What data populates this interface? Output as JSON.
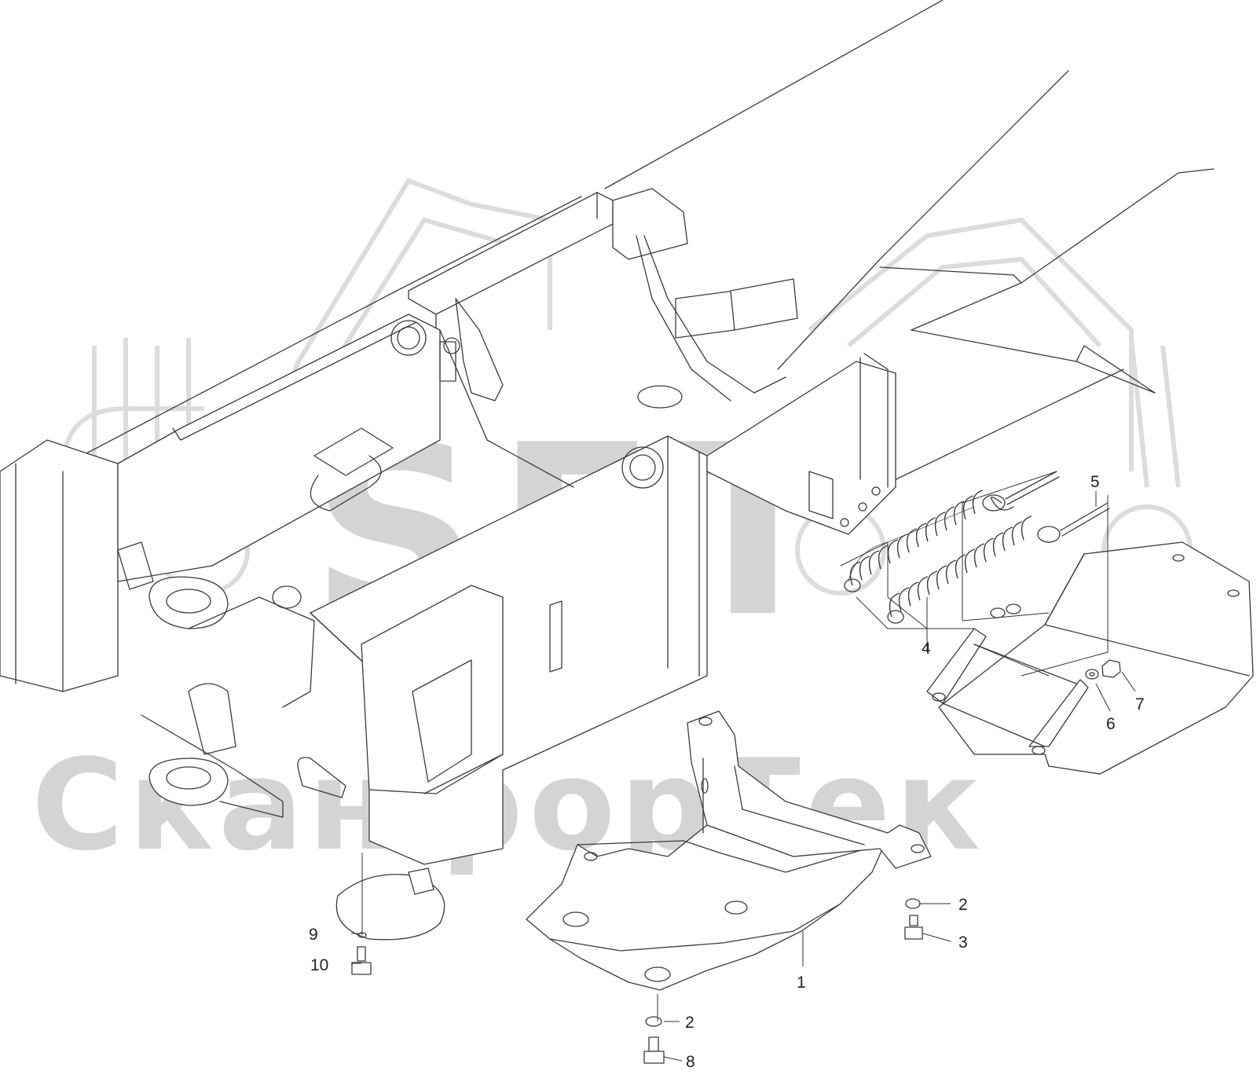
{
  "watermark": {
    "logo_text": "SFT",
    "company_text": "СканфорТек",
    "color": "#d4d4d4"
  },
  "colors": {
    "line": "#3a3a3a",
    "label": "#222222"
  },
  "callouts": [
    {
      "id": "c1",
      "label": "1"
    },
    {
      "id": "c2a",
      "label": "2"
    },
    {
      "id": "c2b",
      "label": "2"
    },
    {
      "id": "c3",
      "label": "3"
    },
    {
      "id": "c4",
      "label": "4"
    },
    {
      "id": "c5",
      "label": "5"
    },
    {
      "id": "c6",
      "label": "6"
    },
    {
      "id": "c7",
      "label": "7"
    },
    {
      "id": "c8",
      "label": "8"
    },
    {
      "id": "c9",
      "label": "9"
    },
    {
      "id": "c10",
      "label": "10"
    }
  ]
}
